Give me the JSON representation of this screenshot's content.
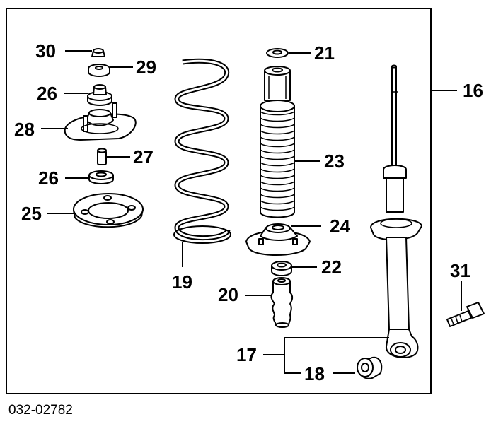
{
  "diagram": {
    "code": "032-02782",
    "parts": {
      "p16": "16",
      "p17": "17",
      "p18": "18",
      "p19": "19",
      "p20": "20",
      "p21": "21",
      "p22": "22",
      "p23": "23",
      "p24": "24",
      "p25": "25",
      "p26a": "26",
      "p26b": "26",
      "p27": "27",
      "p28": "28",
      "p29": "29",
      "p30": "30",
      "p31": "31"
    }
  }
}
